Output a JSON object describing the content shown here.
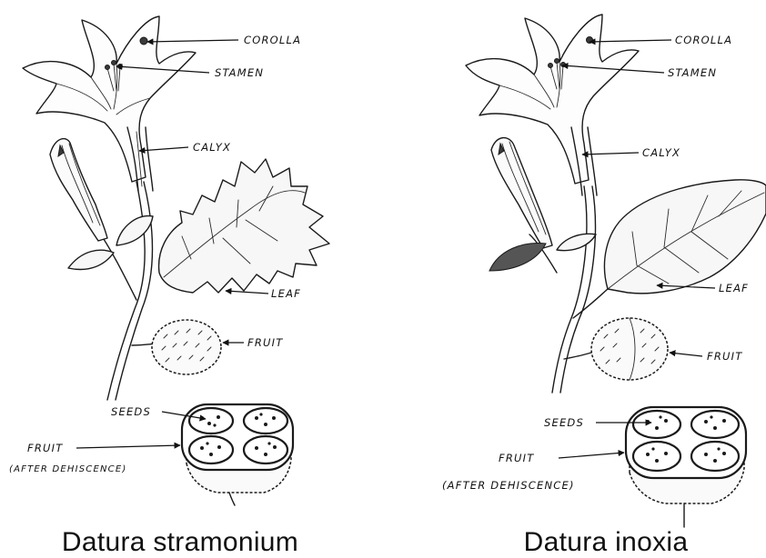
{
  "left_plant": {
    "species": "Datura stramonium",
    "labels": {
      "corolla": "COROLLA",
      "stamen": "STAMEN",
      "calyx": "CALYX",
      "leaf": "LEAF",
      "fruit": "FRUIT",
      "seeds": "SEEDS",
      "fruit_dehisced": "FRUIT",
      "dehiscence_note": "(AFTER DEHISCENCE)"
    }
  },
  "right_plant": {
    "species": "Datura inoxia",
    "labels": {
      "corolla": "COROLLA",
      "stamen": "STAMEN",
      "calyx": "CALYX",
      "leaf": "LEAF",
      "fruit": "FRUIT",
      "seeds": "SEEDS",
      "fruit_dehisced": "FRUIT",
      "dehiscence_note": "(AFTER DEHISCENCE)"
    }
  }
}
